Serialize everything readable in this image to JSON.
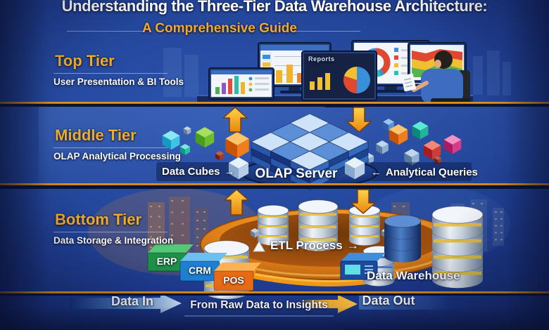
{
  "title": {
    "main": "Understanding the Three-Tier Data Warehouse Architecture:",
    "subtitle": "A Comprehensive Guide"
  },
  "tiers": [
    {
      "name": "Top Tier",
      "description": "User Presentation & BI Tools"
    },
    {
      "name": "Middle Tier",
      "description": "OLAP Analytical Processing"
    },
    {
      "name": "Bottom Tier",
      "description": "Data Storage & Integration"
    }
  ],
  "middle": {
    "data_cubes_label": "Data Cubes",
    "data_cubes_arrow": "→",
    "olap_server_label": "OLAP Server",
    "analytical_queries_arrow": "←",
    "analytical_queries_label": "Analytical Queries"
  },
  "bottom": {
    "etl_label": "ETL Process",
    "etl_arrow": "→",
    "sources": [
      "ERP",
      "CRM",
      "POS"
    ],
    "data_warehouse_label": "Data Warehouse"
  },
  "monitors": {
    "reports_label": "Reports"
  },
  "footer": {
    "data_in": "Data In",
    "middle": "From Raw Data to Insights",
    "data_out": "Data Out"
  },
  "colors": {
    "accent_gold": "#f0ac28",
    "arrow_orange": "#f09c1a",
    "background_blue": "#24479c",
    "erp_green": "#1e9048",
    "crm_blue": "#1e7fd0",
    "pos_orange": "#e86a14"
  }
}
